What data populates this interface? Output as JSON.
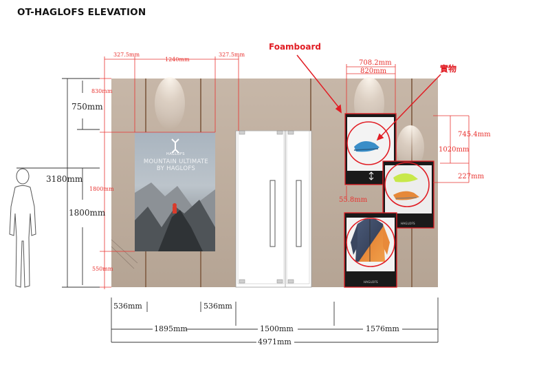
{
  "title": "OT-HAGLOFS ELEVATION",
  "annotations": {
    "foamboard": "Foamboard",
    "real_item": "實物"
  },
  "poster": {
    "brand": "HAGLOFS",
    "headline_line1": "MOUNTAIN ULTIMATE",
    "headline_line2": "BY HAGLOFS"
  },
  "display_boxes": {
    "brand": "HAGLOFS"
  },
  "dimensions_black": {
    "height_total": "3180mm",
    "height_750": "750mm",
    "height_1800": "1800mm",
    "bottom_536_left": "536mm",
    "bottom_536_right": "536mm",
    "bottom_1895": "1895mm",
    "bottom_1500": "1500mm",
    "bottom_1576": "1576mm",
    "bottom_total": "4971mm"
  },
  "dimensions_red": {
    "poster_left_margin": "327.5mm",
    "poster_width": "1240mm",
    "poster_right_margin": "327.5mm",
    "poster_top": "830mm",
    "poster_height": "1800mm",
    "poster_bottom": "550mm",
    "box_width_inner": "708.2mm",
    "box_width_outer": "820mm",
    "box_right_height": "745.4mm",
    "box_right_offset": "1020mm",
    "box_right_bottom": "227mm",
    "box_gap": "55.8mm"
  }
}
